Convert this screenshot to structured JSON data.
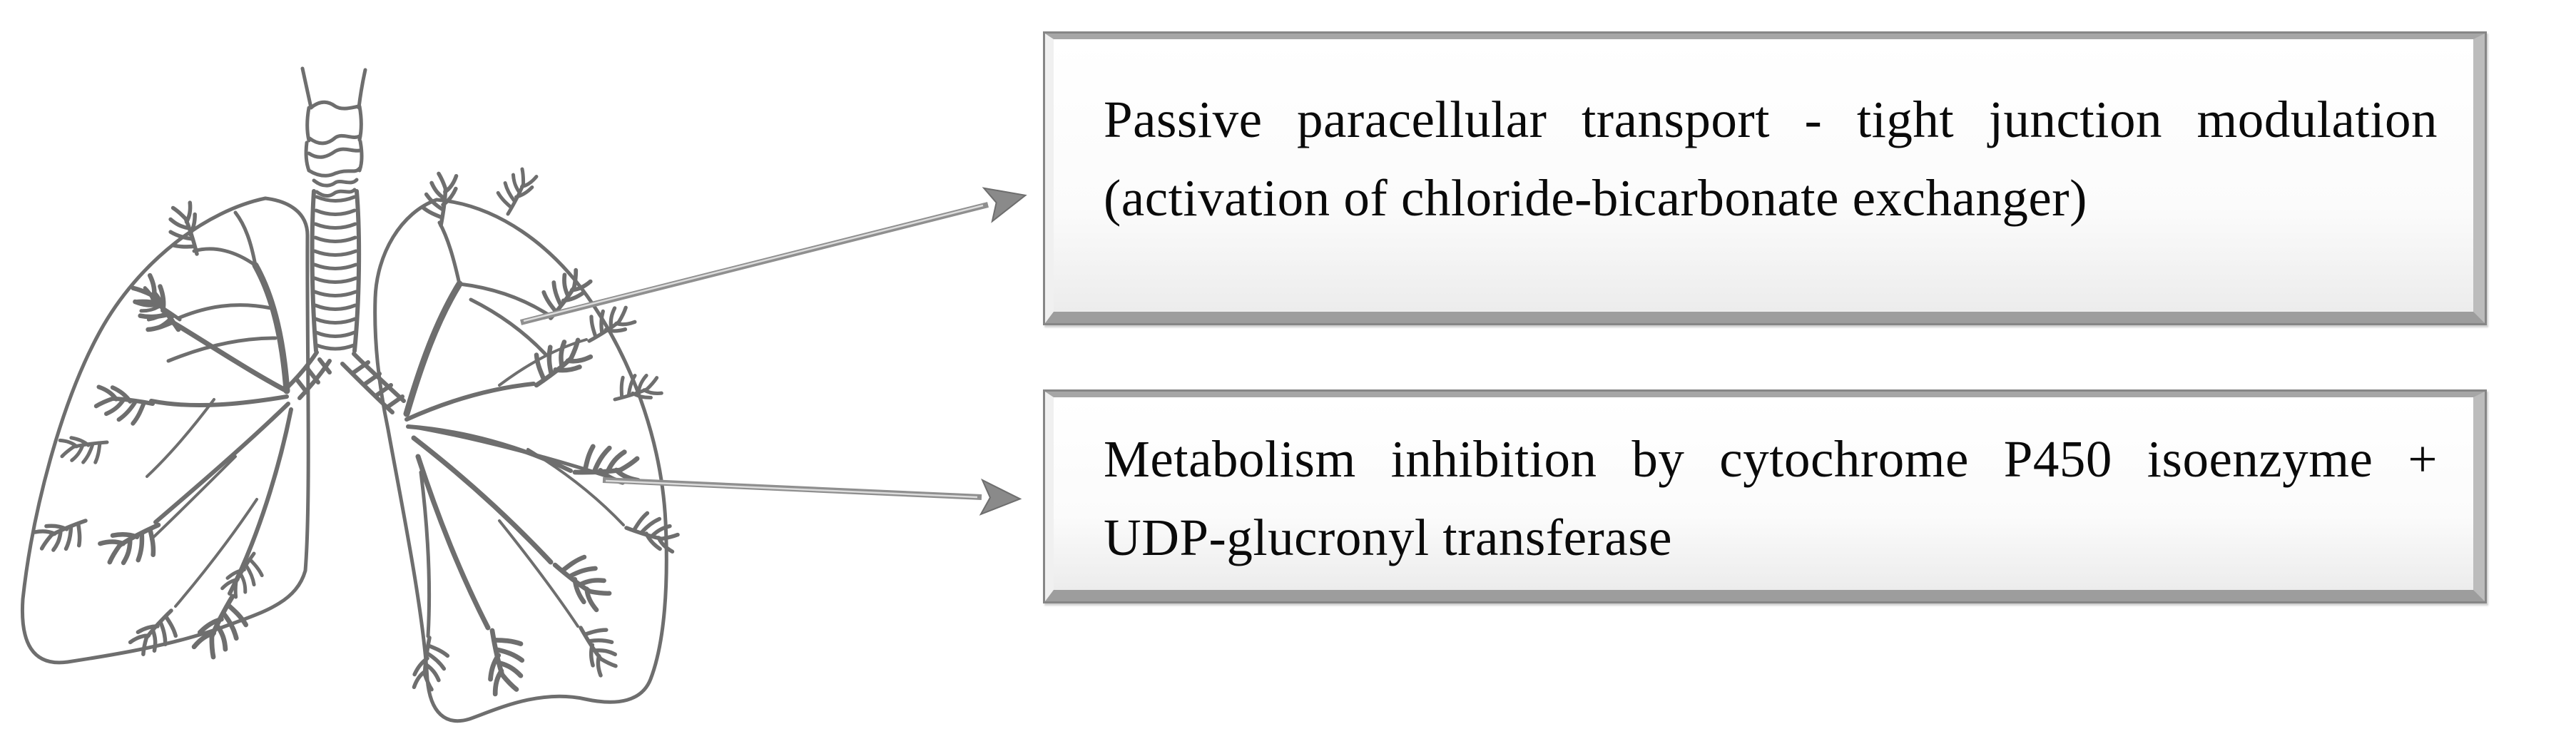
{
  "figure": {
    "type": "annotated-anatomy-diagram",
    "illustration": "hand-drawn human lungs with larynx, ringed trachea and branching bronchial tree",
    "annotations": [
      {
        "id": "box-1",
        "text": "Passive paracellular transport - tight junction modulation (activation of chloride-bicarbonate exchanger)"
      },
      {
        "id": "box-2",
        "text": "Metabolism inhibition by cytochrome P450 isoenzyme + UDP-glucronyl transferase"
      }
    ],
    "colors": {
      "background": "#ffffff",
      "box_fill_top": "#ffffff",
      "box_fill_bottom": "#ececec",
      "box_outline": "#868686",
      "box_bevel_top": "#a6a6a6",
      "box_bevel_right": "#bcbcbc",
      "box_bevel_bottom": "#9d9d9d",
      "box_bevel_left": "#f0f0f0",
      "arrow": "#8f8f8f",
      "sketch_stroke": "#6e6e6e",
      "text": "#0a0a0a"
    }
  }
}
